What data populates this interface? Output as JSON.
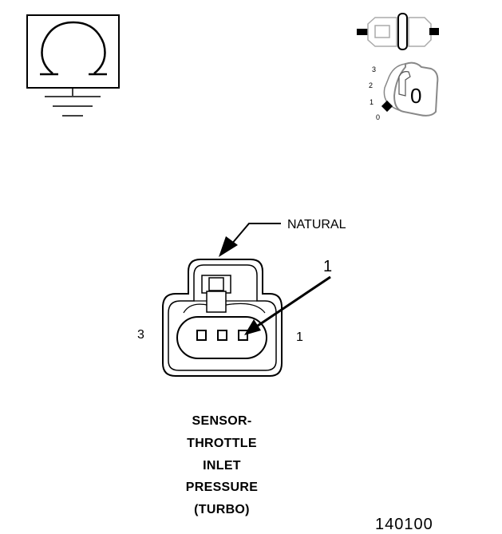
{
  "ohmmeter": {
    "symbol": "Ω"
  },
  "ignition": {
    "positions": [
      "3",
      "2",
      "1",
      "0"
    ],
    "key_label": "0"
  },
  "connector": {
    "color_label": "NATURAL",
    "pointer_number": "1",
    "pin_left": "3",
    "pin_right": "1"
  },
  "title": {
    "lines": [
      "SENSOR-",
      "THROTTLE",
      "INLET",
      "PRESSURE",
      "(TURBO)"
    ]
  },
  "figure_number": "140100"
}
